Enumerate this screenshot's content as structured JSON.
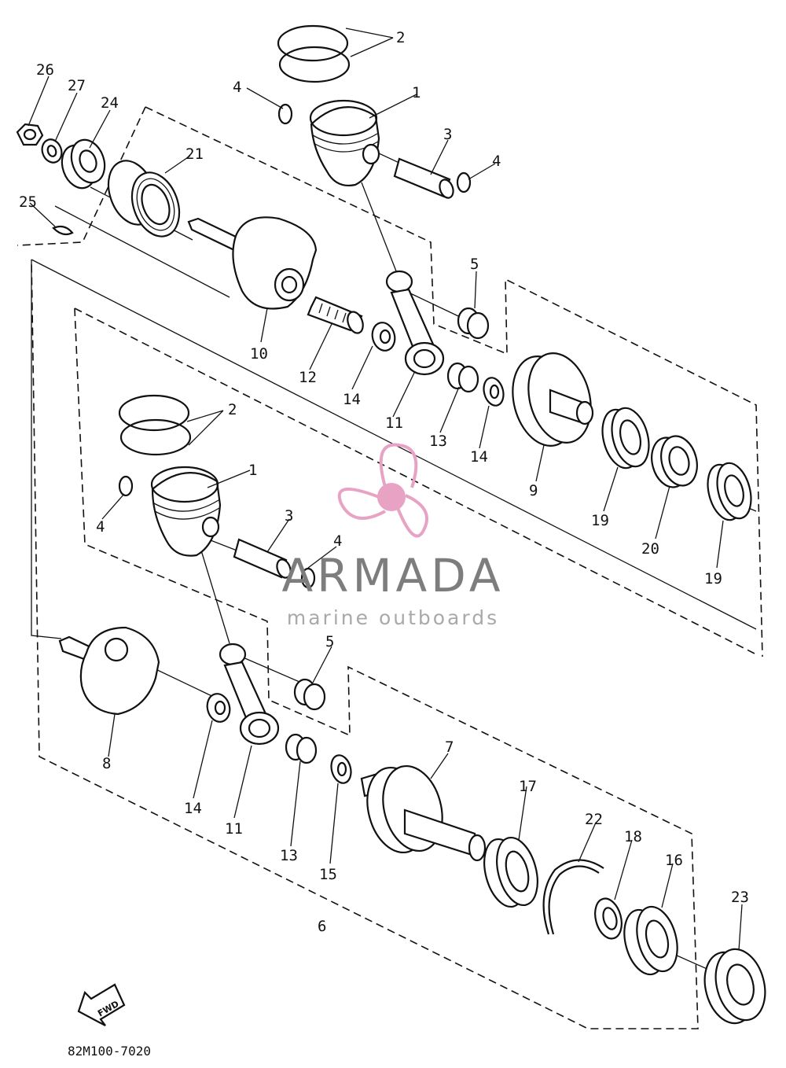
{
  "diagram_code": "82M100-7020",
  "watermark": {
    "title": "ARMADA",
    "subtitle": "marine outboards",
    "accent_color": "#e8a3c4",
    "icon": "propeller-icon"
  },
  "direction_badge": {
    "label": "FWD",
    "icon": "fwd-arrow-icon"
  },
  "callouts": [
    {
      "id": "26",
      "text": "26"
    },
    {
      "id": "27",
      "text": "27"
    },
    {
      "id": "24",
      "text": "24"
    },
    {
      "id": "21",
      "text": "21"
    },
    {
      "id": "25",
      "text": "25"
    },
    {
      "id": "2a",
      "text": "2"
    },
    {
      "id": "4a",
      "text": "4"
    },
    {
      "id": "1a",
      "text": "1"
    },
    {
      "id": "3a",
      "text": "3"
    },
    {
      "id": "4b",
      "text": "4"
    },
    {
      "id": "5a",
      "text": "5"
    },
    {
      "id": "10",
      "text": "10"
    },
    {
      "id": "12",
      "text": "12"
    },
    {
      "id": "14a",
      "text": "14"
    },
    {
      "id": "11a",
      "text": "11"
    },
    {
      "id": "13a",
      "text": "13"
    },
    {
      "id": "14b",
      "text": "14"
    },
    {
      "id": "9",
      "text": "9"
    },
    {
      "id": "19a",
      "text": "19"
    },
    {
      "id": "20",
      "text": "20"
    },
    {
      "id": "19b",
      "text": "19"
    },
    {
      "id": "2b",
      "text": "2"
    },
    {
      "id": "1b",
      "text": "1"
    },
    {
      "id": "4c",
      "text": "4"
    },
    {
      "id": "3b",
      "text": "3"
    },
    {
      "id": "4d",
      "text": "4"
    },
    {
      "id": "5b",
      "text": "5"
    },
    {
      "id": "8",
      "text": "8"
    },
    {
      "id": "14c",
      "text": "14"
    },
    {
      "id": "11b",
      "text": "11"
    },
    {
      "id": "13b",
      "text": "13"
    },
    {
      "id": "15",
      "text": "15"
    },
    {
      "id": "7",
      "text": "7"
    },
    {
      "id": "17",
      "text": "17"
    },
    {
      "id": "22",
      "text": "22"
    },
    {
      "id": "18",
      "text": "18"
    },
    {
      "id": "16",
      "text": "16"
    },
    {
      "id": "23",
      "text": "23"
    },
    {
      "id": "6",
      "text": "6"
    }
  ]
}
